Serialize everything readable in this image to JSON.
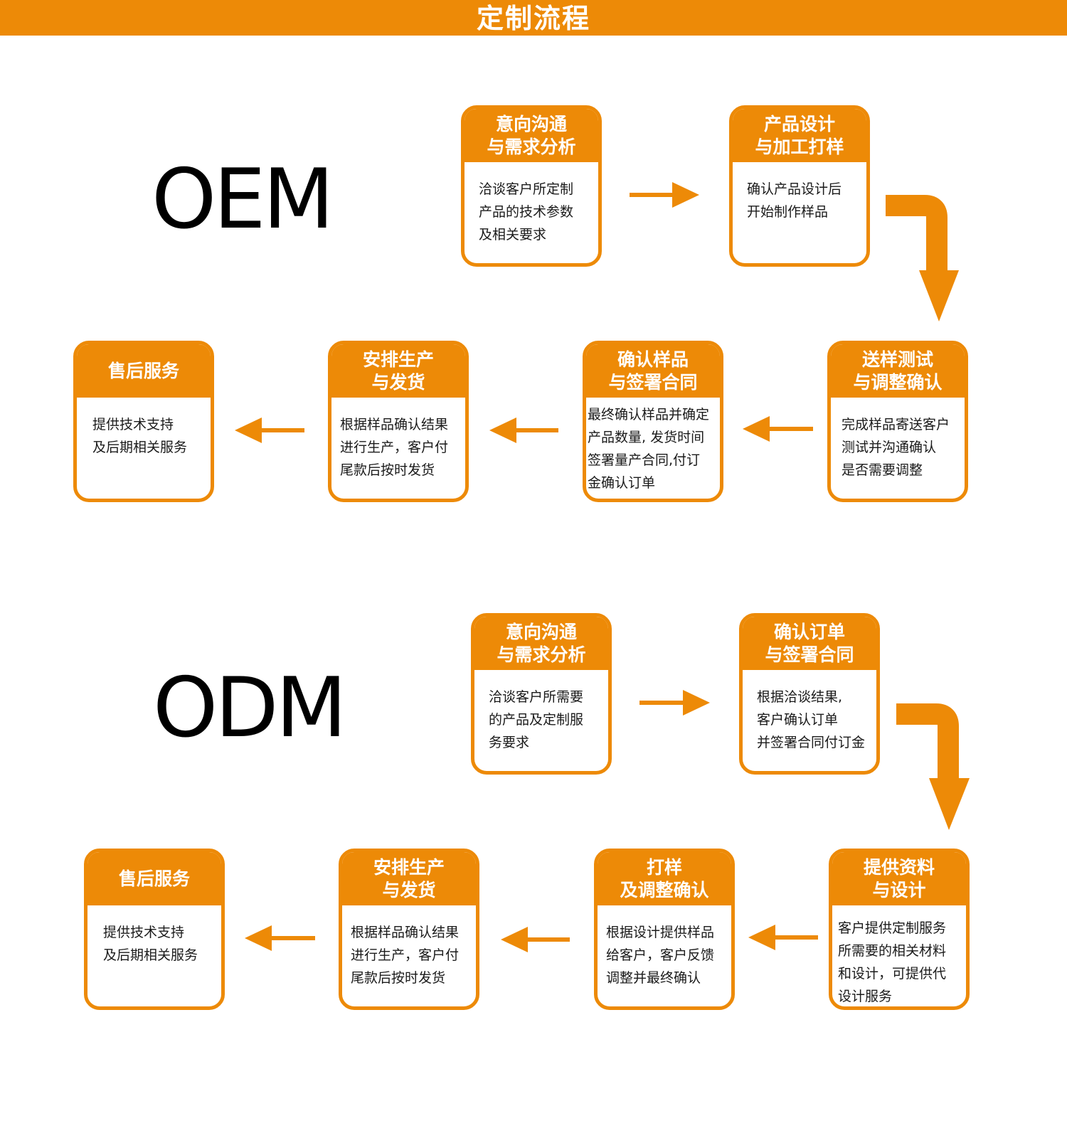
{
  "header": {
    "title": "定制流程"
  },
  "oem": {
    "label": "OEM",
    "steps": [
      {
        "title": [
          "意向沟通",
          "与需求分析"
        ],
        "body": [
          "洽谈客户所定制",
          "产品的技术参数",
          "及相关要求"
        ]
      },
      {
        "title": [
          "产品设计",
          "与加工打样"
        ],
        "body": [
          "确认产品设计后",
          "开始制作样品"
        ]
      },
      {
        "title": [
          "送样测试",
          "与调整确认"
        ],
        "body": [
          "完成样品寄送客户",
          "测试并沟通确认",
          "是否需要调整"
        ]
      },
      {
        "title": [
          "确认样品",
          "与签署合同"
        ],
        "body": [
          "最终确认样品并确定",
          "产品数量, 发货时间",
          "签署量产合同,付订",
          "金确认订单"
        ]
      },
      {
        "title": [
          "安排生产",
          "与发货"
        ],
        "body": [
          "根据样品确认结果",
          "进行生产，客户付",
          "尾款后按时发货"
        ]
      },
      {
        "title": [
          "售后服务"
        ],
        "body": [
          "提供技术支持",
          "及后期相关服务"
        ]
      }
    ]
  },
  "odm": {
    "label": "ODM",
    "steps": [
      {
        "title": [
          "意向沟通",
          "与需求分析"
        ],
        "body": [
          "洽谈客户所需要",
          "的产品及定制服",
          "务要求"
        ]
      },
      {
        "title": [
          "确认订单",
          "与签署合同"
        ],
        "body": [
          "根据洽谈结果,",
          "客户确认订单",
          "并签署合同付订金"
        ]
      },
      {
        "title": [
          "提供资料",
          "与设计"
        ],
        "body": [
          "客户提供定制服务",
          "所需要的相关材料",
          "和设计，可提供代",
          "设计服务"
        ]
      },
      {
        "title": [
          "打样",
          "及调整确认"
        ],
        "body": [
          "根据设计提供样品",
          "给客户，客户反馈",
          "调整并最终确认"
        ]
      },
      {
        "title": [
          "安排生产",
          "与发货"
        ],
        "body": [
          "根据样品确认结果",
          "进行生产，客户付",
          "尾款后按时发货"
        ]
      },
      {
        "title": [
          "售后服务"
        ],
        "body": [
          "提供技术支持",
          "及后期相关服务"
        ]
      }
    ]
  },
  "colors": {
    "accent": "#ED8A07",
    "text": "#1a1a1a",
    "background": "#ffffff"
  }
}
